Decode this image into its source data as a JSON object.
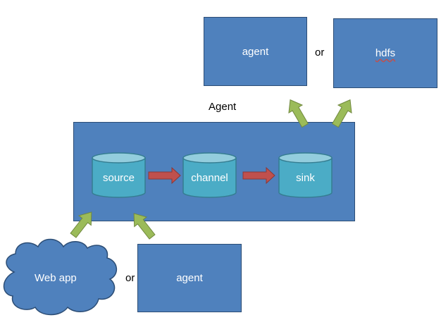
{
  "outputs": {
    "agent_label": "agent",
    "or_label": "or",
    "hdfs_label": "hdfs"
  },
  "agent_container": {
    "title": "Agent",
    "source_label": "source",
    "channel_label": "channel",
    "sink_label": "sink"
  },
  "inputs": {
    "webapp_label": "Web app",
    "or_label": "or",
    "agent_label": "agent"
  },
  "colors": {
    "box_fill": "#4f81bd",
    "box_border": "#2c4d75",
    "cylinder_fill": "#4bacc6",
    "flow_arrow": "#c0504d",
    "link_arrow": "#9bbb59"
  },
  "icons": {
    "cloud": "cloud-icon",
    "cylinder": "cylinder-icon",
    "arrow": "arrow-icon"
  }
}
